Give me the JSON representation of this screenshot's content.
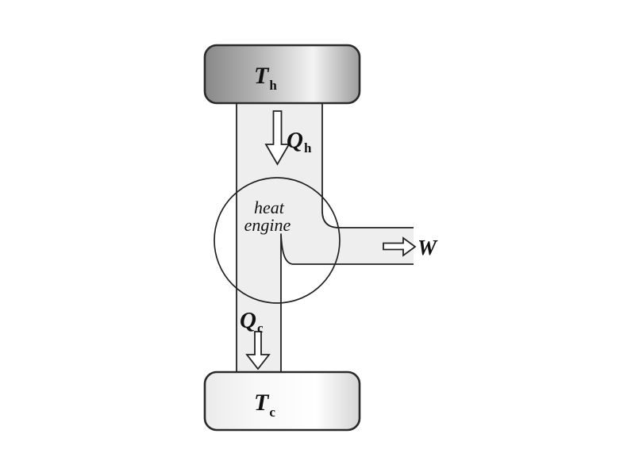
{
  "diagram": {
    "type": "heat-engine-schematic",
    "hot_reservoir": {
      "symbol": "T",
      "subscript": "h"
    },
    "cold_reservoir": {
      "symbol": "T",
      "subscript": "c"
    },
    "heat_input": {
      "symbol": "Q",
      "subscript": "h"
    },
    "heat_rejected": {
      "symbol": "Q",
      "subscript": "c"
    },
    "work_output": {
      "symbol": "W"
    },
    "engine": {
      "line1": "heat",
      "line2": "engine"
    },
    "icons": {
      "heat_in_arrow": "down-arrow-icon",
      "heat_out_arrow": "down-arrow-icon",
      "work_arrow": "right-arrow-icon"
    },
    "colors": {
      "background": "#ffffff",
      "outline": "#222222",
      "pipe_fill": "#eeeeee",
      "hot_left": "#888888",
      "hot_mid": "#b3b3b3",
      "hot_light": "#f4f4f4",
      "hot_right": "#9c9c9c",
      "cold_left": "#ebebeb",
      "cold_mid": "#f8f8f8",
      "cold_light": "#ffffff",
      "cold_right": "#d5d5d5"
    }
  }
}
